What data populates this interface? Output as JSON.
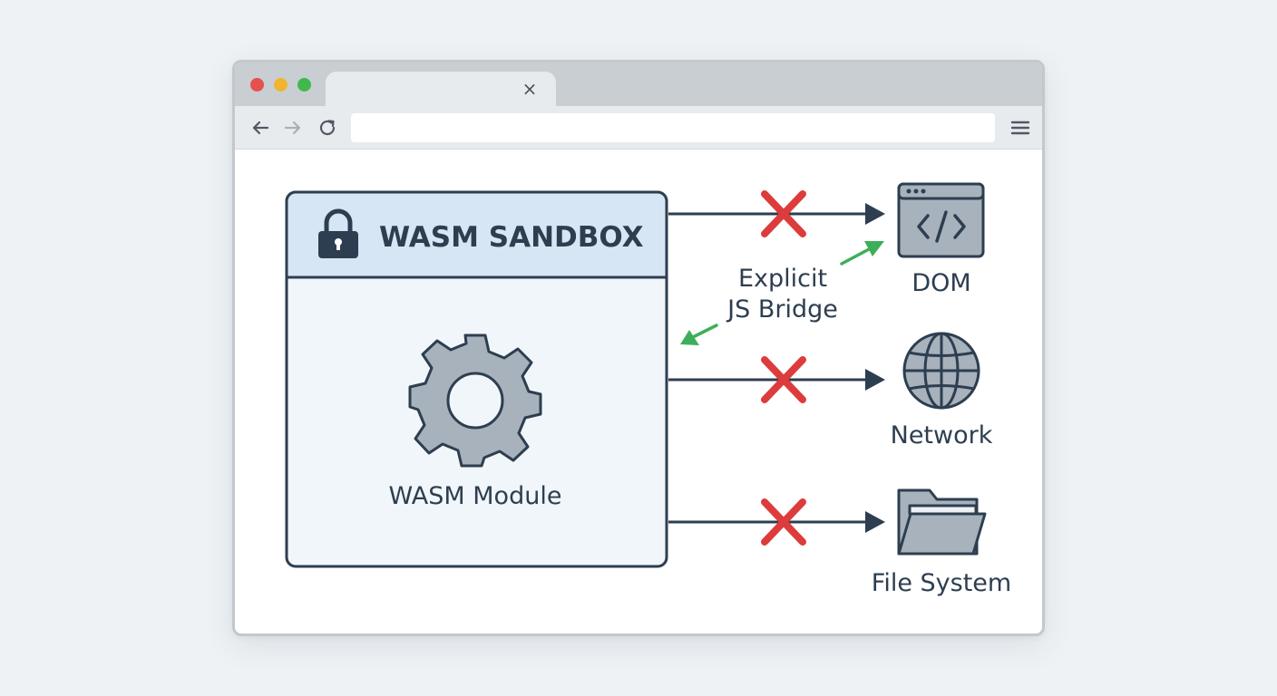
{
  "browser": {
    "tab_close_glyph": "×",
    "address_value": "",
    "address_placeholder": ""
  },
  "diagram": {
    "sandbox_title": "WASM SANDBOX",
    "module_label": "WASM Module",
    "bridge_label_line1": "Explicit",
    "bridge_label_line2": "JS Bridge",
    "targets": [
      {
        "label": "DOM",
        "icon": "code-window-icon",
        "access": "blocked"
      },
      {
        "label": "Network",
        "icon": "globe-icon",
        "access": "blocked"
      },
      {
        "label": "File System",
        "icon": "folder-icon",
        "access": "blocked"
      }
    ],
    "colors": {
      "outline": "#2d3e50",
      "sandbox_header": "#d6e6f5",
      "sandbox_body": "#f1f6fa",
      "icon_fill": "#a8b2bc",
      "blocked_x": "#dd3c3c",
      "bridge_arrow": "#3fae5a"
    }
  }
}
